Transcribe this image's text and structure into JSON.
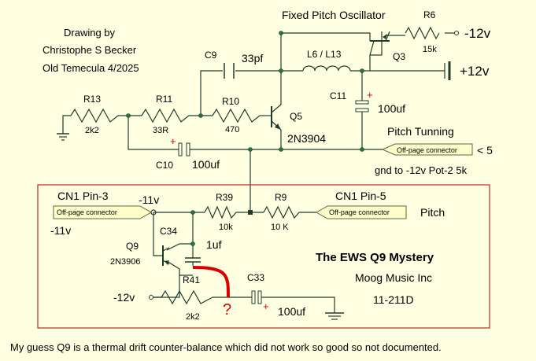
{
  "credits": {
    "line1": "Drawing by",
    "line2": "Christophe S Becker",
    "line3": "Old Temecula   4/2025"
  },
  "section_title": "Fixed Pitch Oscillator",
  "components": {
    "r6": {
      "ref": "R6",
      "value": "15k"
    },
    "q3": {
      "ref": "Q3"
    },
    "c9": {
      "ref": "C9",
      "value": "33pf"
    },
    "l6": {
      "ref": "L6 / L13"
    },
    "r13": {
      "ref": "R13",
      "value": "2k2"
    },
    "r11": {
      "ref": "R11",
      "value": "33R"
    },
    "r10": {
      "ref": "R10",
      "value": "470"
    },
    "q5": {
      "ref": "Q5",
      "value": "2N3904"
    },
    "c11": {
      "ref": "C11",
      "value": "100uf",
      "polarity": "+"
    },
    "c10": {
      "ref": "C10",
      "value": "100uf",
      "polarity": "+"
    },
    "r39": {
      "ref": "R39",
      "value": "10k"
    },
    "r9": {
      "ref": "R9",
      "value": "10 K"
    },
    "c34": {
      "ref": "C34",
      "value": "1uf"
    },
    "q9": {
      "ref": "Q9",
      "value": "2N3906"
    },
    "r41": {
      "ref": "R41",
      "value": "2k2"
    },
    "c33": {
      "ref": "C33",
      "value": "100uf",
      "polarity": "+"
    }
  },
  "rails": {
    "neg12_top": "-12v",
    "pos12": "+12v",
    "neg11_node": "-11v",
    "neg11_left": "-11v",
    "neg12_bottom": "-12v"
  },
  "pitch_tuning": {
    "label": "Pitch Tunning",
    "connector": "Off-page connector",
    "arrow": "< 5",
    "note": "gnd to -12v  Pot-2  5k"
  },
  "cn1_pin3": {
    "label": "CN1  Pin-3",
    "connector": "Off-page connector"
  },
  "cn1_pin5": {
    "label": "CN1  Pin-5",
    "connector": "Off-page connector"
  },
  "pitch_label": "Pitch",
  "mystery": {
    "title": "The EWS Q9 Mystery",
    "maker": "Moog Music Inc",
    "part": "11-211D",
    "question": "?"
  },
  "footer": "My guess Q9 is a thermal drift counter-balance which did not work so good so not documented.",
  "colors": {
    "background": "#ffffe1",
    "wire": "#1f3d2e",
    "highlight_box": "#c0392b",
    "mystery_wire": "#d90000",
    "node": "#1f7a3c",
    "connector_fill": "#ffffcc"
  }
}
